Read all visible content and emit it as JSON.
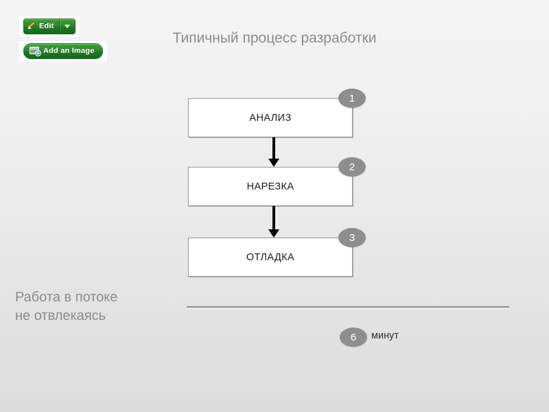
{
  "toolbar": {
    "edit_button": {
      "label": "Edit",
      "icon": "pencil-icon",
      "caret": "chevron-down-icon"
    },
    "add_image_button": {
      "label": "Add an Image",
      "icon": "image-plus-icon"
    }
  },
  "slide": {
    "title": "Типичный процесс разработки",
    "title_color": "#8c8c8c",
    "background_color": "#ebebeb",
    "flow": {
      "steps": [
        {
          "badge": "1",
          "label": "АНАЛИЗ"
        },
        {
          "badge": "2",
          "label": "НАРЕЗКА"
        },
        {
          "badge": "3",
          "label": "ОТЛАДКА"
        }
      ],
      "box_fill": "#ffffff",
      "box_border": "#9a9a9a",
      "badge_color": "#8e8e8e",
      "arrow_color": "#000000"
    },
    "caption": {
      "line1": "Работа в потоке",
      "line2": "не отвлекаясь"
    },
    "timing": {
      "badge": "6",
      "unit": "минут"
    }
  }
}
